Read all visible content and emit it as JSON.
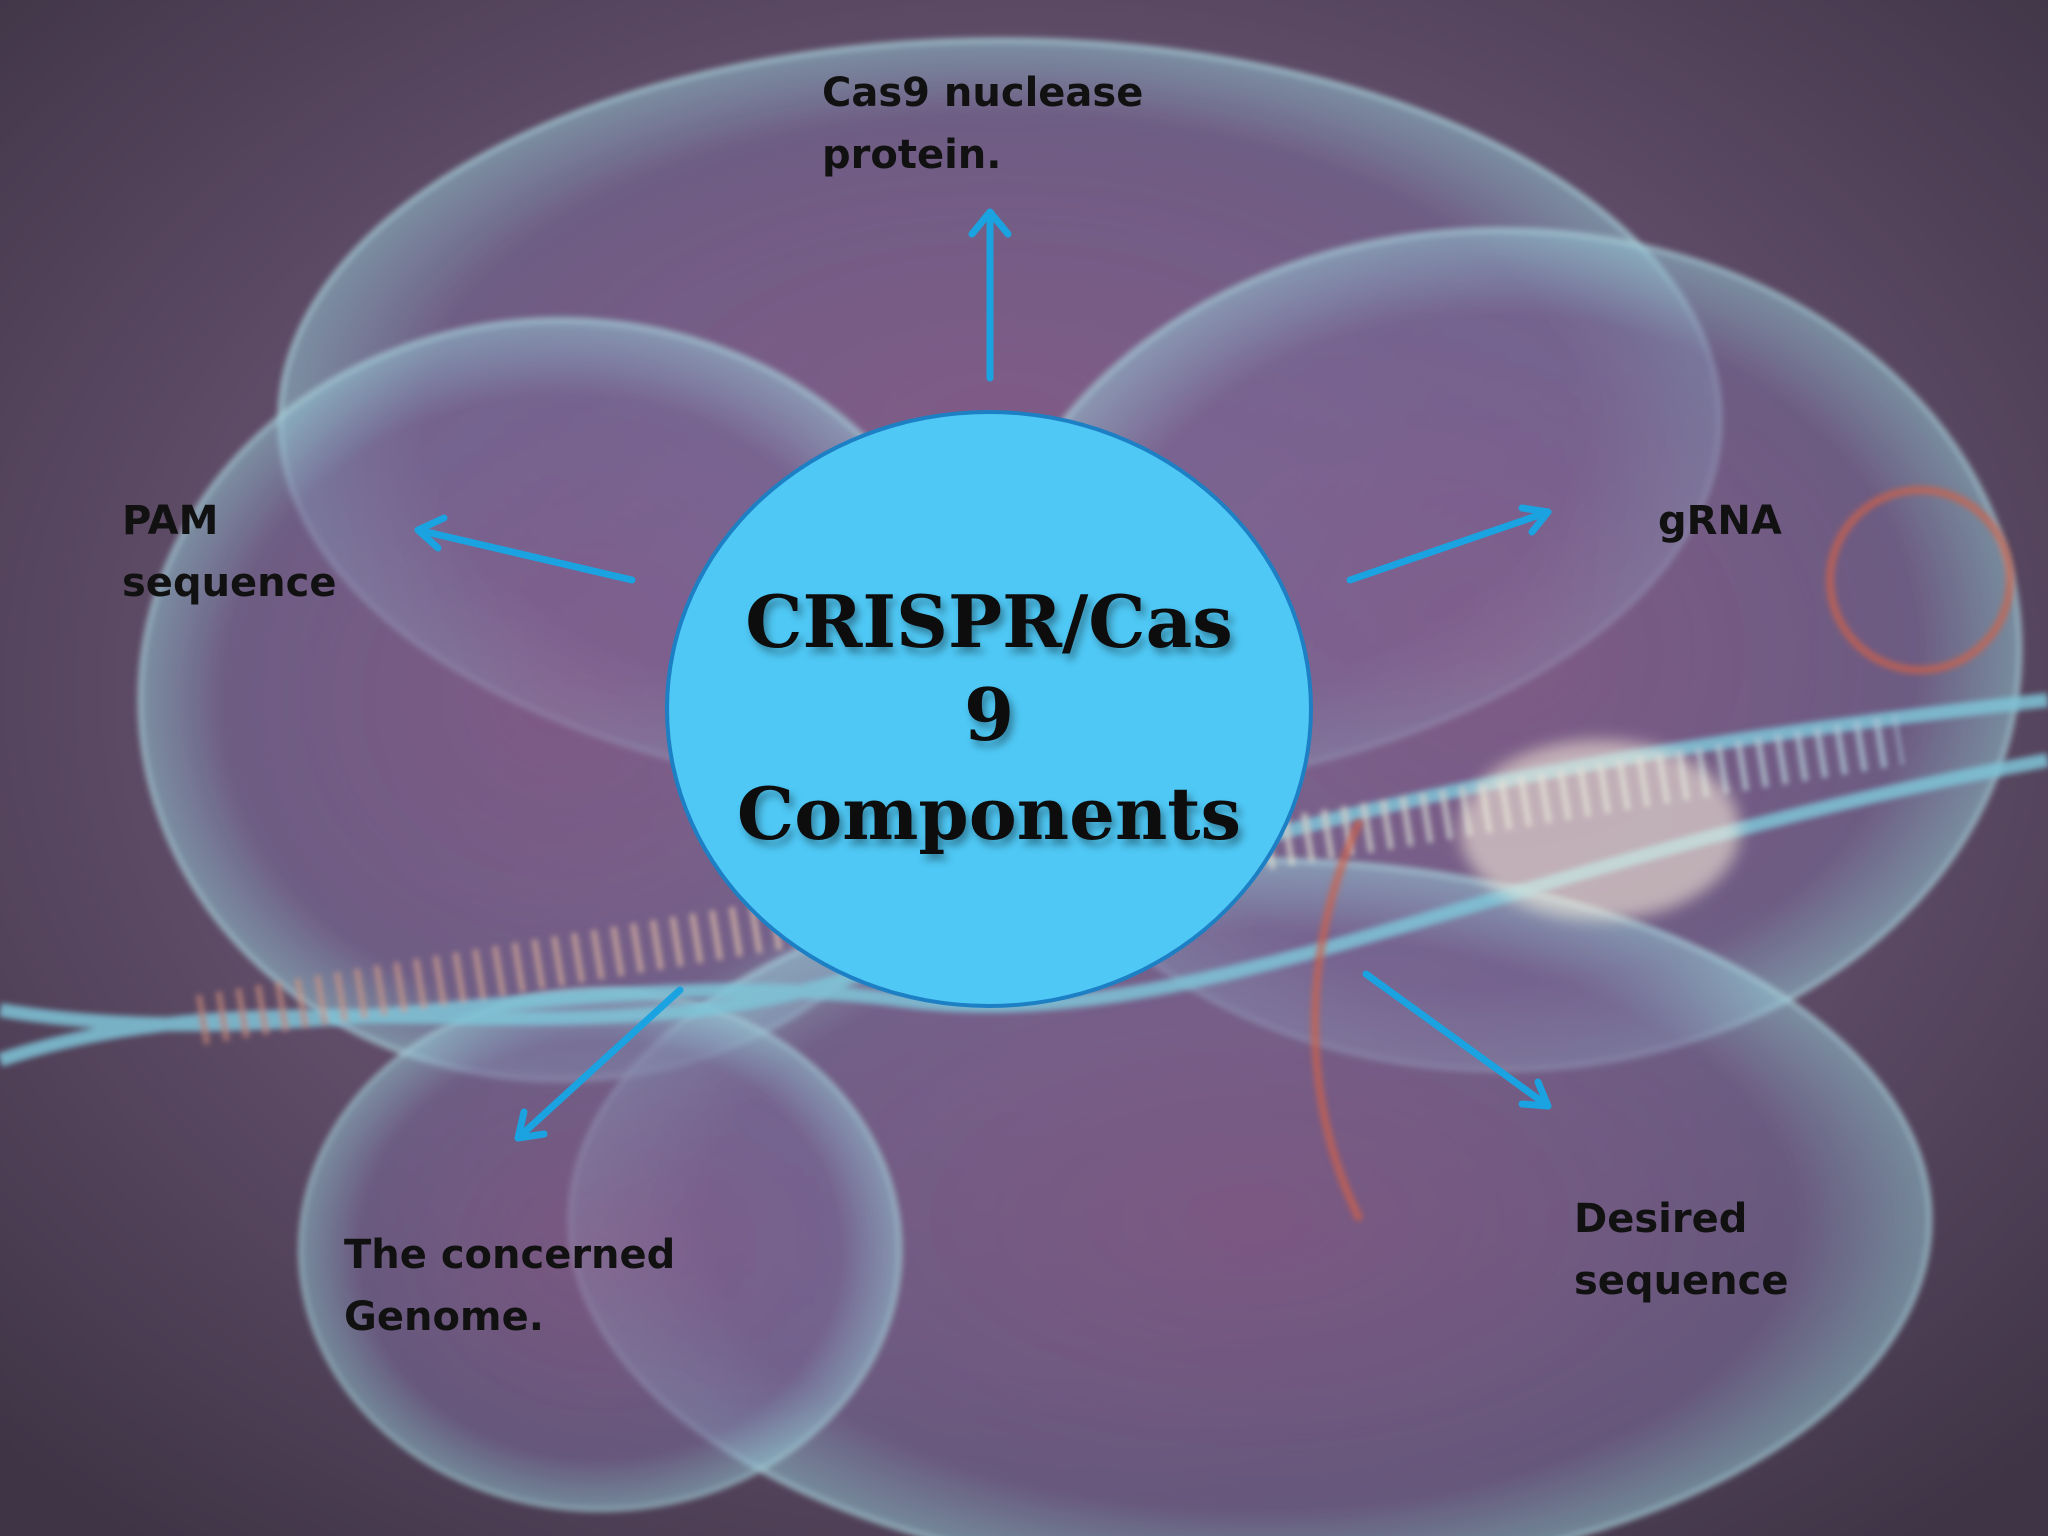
{
  "hub": {
    "lines": [
      "CRISPR/Cas",
      "9",
      "Components"
    ]
  },
  "labels": {
    "top": [
      "Cas9 nuclease",
      "protein."
    ],
    "right": [
      "gRNA"
    ],
    "left": [
      "PAM",
      "sequence"
    ],
    "bottom_left": [
      "The concerned",
      "Genome."
    ],
    "bottom_right": [
      "Desired",
      "sequence"
    ]
  },
  "colors": {
    "hub_fill": "#4fc8f5",
    "hub_border": "#1d7fc4",
    "arrow": "#1aa3e0",
    "label_text": "#111111"
  }
}
